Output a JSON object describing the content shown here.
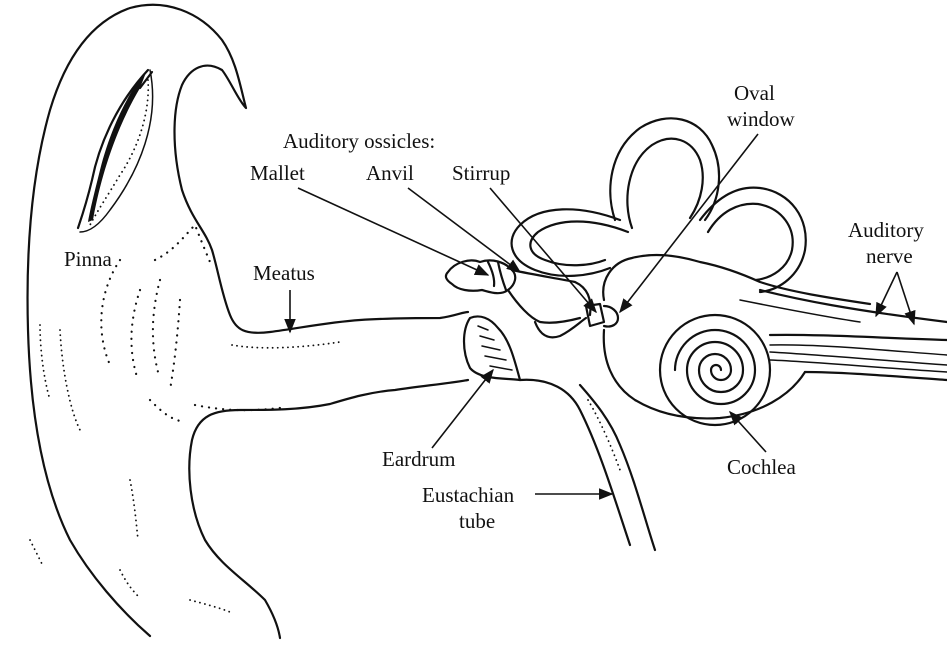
{
  "labels": {
    "ossicles_heading": "Auditory ossicles:",
    "mallet": "Mallet",
    "anvil": "Anvil",
    "stirrup": "Stirrup",
    "oval_window_line1": "Oval",
    "oval_window_line2": "window",
    "auditory_nerve_line1": "Auditory",
    "auditory_nerve_line2": "nerve",
    "pinna": "Pinna",
    "meatus": "Meatus",
    "eardrum": "Eardrum",
    "eustachian_line1": "Eustachian",
    "eustachian_line2": "tube",
    "cochlea": "Cochlea"
  }
}
